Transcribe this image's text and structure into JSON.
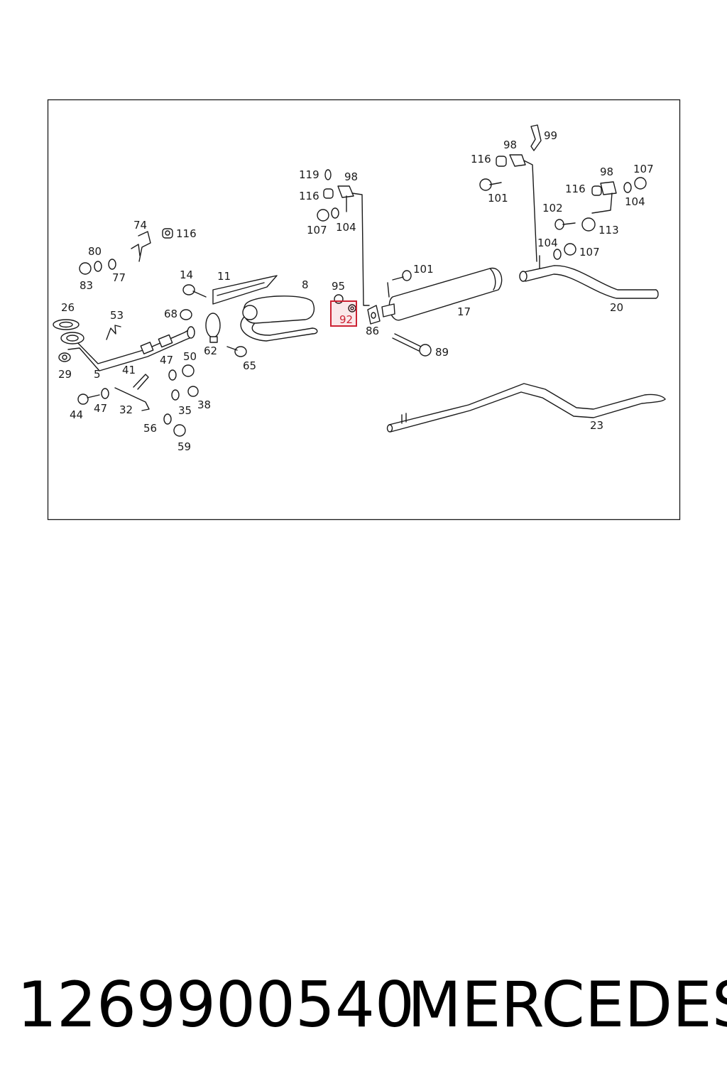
{
  "diagram": {
    "highlighted_label": "92",
    "labels": [
      {
        "id": "74",
        "text": "74"
      },
      {
        "id": "116a",
        "text": "116"
      },
      {
        "id": "80",
        "text": "80"
      },
      {
        "id": "83",
        "text": "83"
      },
      {
        "id": "77",
        "text": "77"
      },
      {
        "id": "14",
        "text": "14"
      },
      {
        "id": "11",
        "text": "11"
      },
      {
        "id": "8",
        "text": "8"
      },
      {
        "id": "26",
        "text": "26"
      },
      {
        "id": "53",
        "text": "53"
      },
      {
        "id": "68",
        "text": "68"
      },
      {
        "id": "62",
        "text": "62"
      },
      {
        "id": "65",
        "text": "65"
      },
      {
        "id": "29",
        "text": "29"
      },
      {
        "id": "5",
        "text": "5"
      },
      {
        "id": "41",
        "text": "41"
      },
      {
        "id": "47a",
        "text": "47"
      },
      {
        "id": "50",
        "text": "50"
      },
      {
        "id": "44",
        "text": "44"
      },
      {
        "id": "47b",
        "text": "47"
      },
      {
        "id": "32",
        "text": "32"
      },
      {
        "id": "35",
        "text": "35"
      },
      {
        "id": "38",
        "text": "38"
      },
      {
        "id": "56",
        "text": "56"
      },
      {
        "id": "59",
        "text": "59"
      },
      {
        "id": "119",
        "text": "119"
      },
      {
        "id": "98a",
        "text": "98"
      },
      {
        "id": "116b",
        "text": "116"
      },
      {
        "id": "107a",
        "text": "107"
      },
      {
        "id": "104a",
        "text": "104"
      },
      {
        "id": "95",
        "text": "95"
      },
      {
        "id": "92",
        "text": "92"
      },
      {
        "id": "86",
        "text": "86"
      },
      {
        "id": "101a",
        "text": "101"
      },
      {
        "id": "17",
        "text": "17"
      },
      {
        "id": "89",
        "text": "89"
      },
      {
        "id": "99",
        "text": "99"
      },
      {
        "id": "98b",
        "text": "98"
      },
      {
        "id": "116c",
        "text": "116"
      },
      {
        "id": "101b",
        "text": "101"
      },
      {
        "id": "98c",
        "text": "98"
      },
      {
        "id": "107b",
        "text": "107"
      },
      {
        "id": "116d",
        "text": "116"
      },
      {
        "id": "104b",
        "text": "104"
      },
      {
        "id": "102",
        "text": "102"
      },
      {
        "id": "113",
        "text": "113"
      },
      {
        "id": "104c",
        "text": "104"
      },
      {
        "id": "107c",
        "text": "107"
      },
      {
        "id": "20",
        "text": "20"
      },
      {
        "id": "23",
        "text": "23"
      }
    ]
  },
  "footer": {
    "part_number": "1269900540",
    "brand": "MERCEDES"
  },
  "colors": {
    "highlight": "#cc2233",
    "line": "#1a1a1a"
  }
}
